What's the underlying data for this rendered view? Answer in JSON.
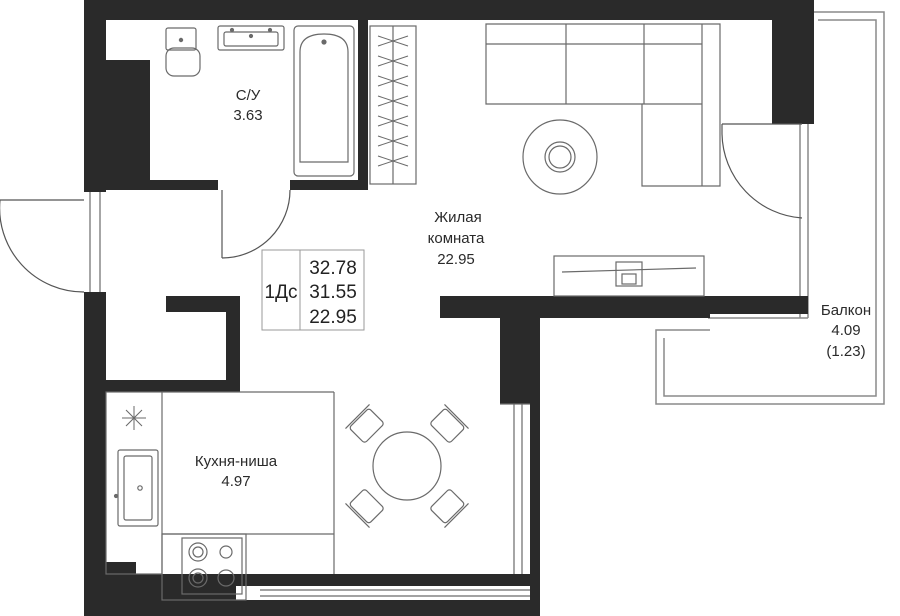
{
  "colors": {
    "wall": "#2a2a2a",
    "line": "#6a6a6a",
    "light_line": "#9a9a9a",
    "background": "#ffffff"
  },
  "summary": {
    "type_label": "1Дс",
    "total_area": "32.78",
    "area_2": "31.55",
    "living_area": "22.95"
  },
  "rooms": {
    "bathroom": {
      "name": "С/У",
      "area": "3.63"
    },
    "living": {
      "name_line1": "Жилая",
      "name_line2": "комната",
      "area": "22.95"
    },
    "kitchen": {
      "name": "Кухня-ниша",
      "area": "4.97"
    },
    "balcony": {
      "name": "Балкон",
      "area": "4.09",
      "area_reduced": "(1.23)"
    }
  },
  "icons": [
    "sink-icon",
    "toilet-icon",
    "bathtub-icon",
    "sofa-icon",
    "round-rug-icon",
    "tv-stand-icon",
    "wardrobe-icon",
    "dining-table-icon",
    "stove-icon",
    "kitchen-sink-icon",
    "extractor-icon",
    "door-swing-icon"
  ]
}
